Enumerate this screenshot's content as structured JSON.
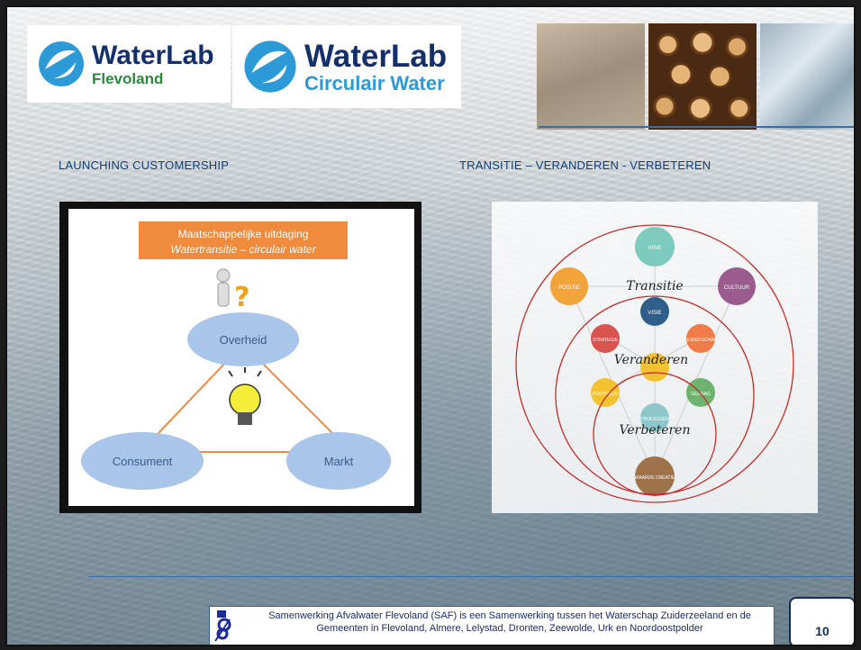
{
  "logos": {
    "left": {
      "main": "WaterLab",
      "sub": "Flevoland"
    },
    "right": {
      "main": "WaterLab",
      "sub": "Circulair Water"
    }
  },
  "headings": {
    "left": "LAUNCHING CUSTOMERSHIP",
    "right": "TRANSITIE – VERANDEREN - VERBETEREN"
  },
  "left_diagram": {
    "banner_line1": "Maatschappelijke uitdaging",
    "banner_line2": "Watertransitie – circulair water",
    "nodes": {
      "top": "Overheid",
      "left": "Consument",
      "right": "Markt"
    }
  },
  "right_diagram": {
    "labels": {
      "outer": "Transitie",
      "middle": "Veranderen",
      "inner": "Verbeteren"
    },
    "circles": {
      "top": "VISIE",
      "left_outer": "POSITIE",
      "right_outer": "CULTUUR",
      "center_top": "VISIE",
      "left_mid": "STRATEGIE",
      "right_mid": "LEIDERSCHAP",
      "center": "",
      "left_low": "PORTFOLIO",
      "right_low": "GEDRAG",
      "bottom_mid": "PROCESSEN",
      "bottom": "WAARDE CREATIE"
    }
  },
  "footer": {
    "text": "Samenwerking Afvalwater Flevoland (SAF) is een Samenwerking tussen het Waterschap Zuiderzeeland en de Gemeenten in Flevoland, Almere, Lelystad, Dronten, Zeewolde, Urk en Noordoostpolder",
    "page_number": "10"
  },
  "colors": {
    "heading": "#0f3f7a",
    "brand_dark": "#14306b",
    "brand_blue": "#2b9ad6",
    "circle_red": "#c62a2a"
  }
}
